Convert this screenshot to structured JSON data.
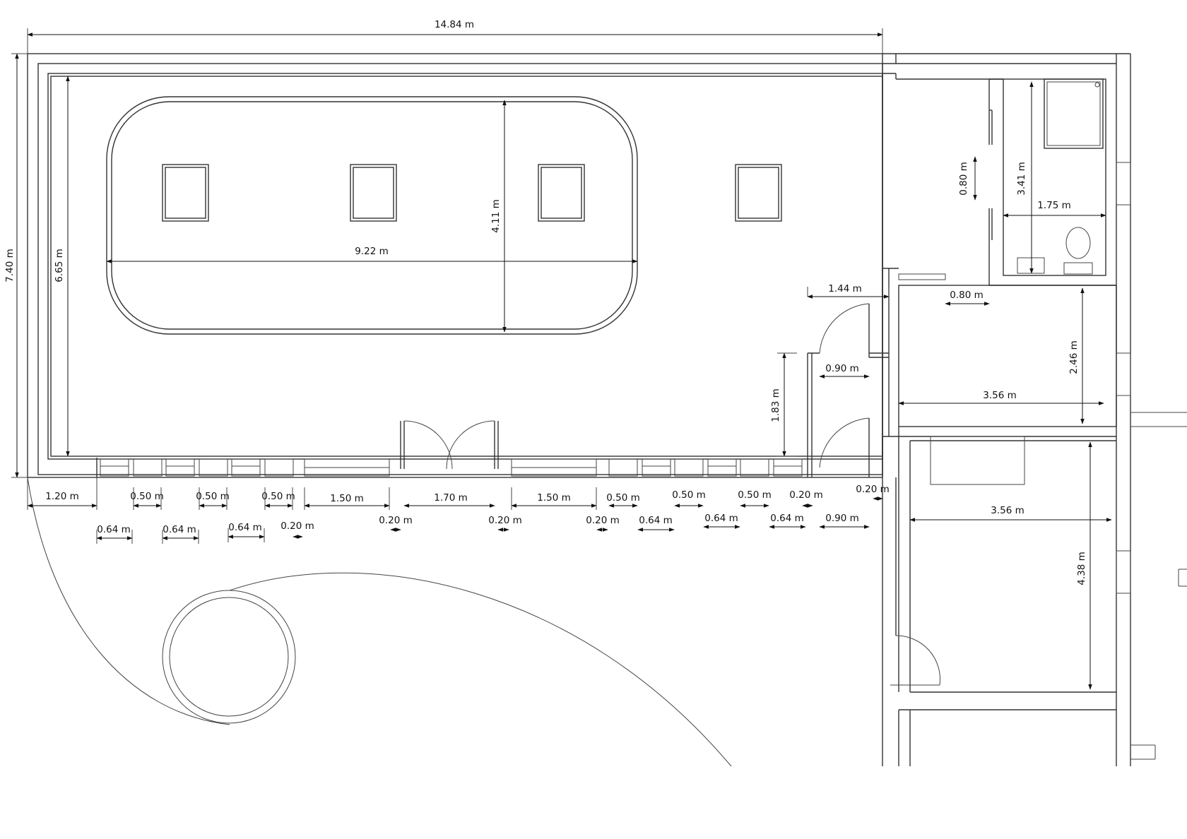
{
  "drawing": {
    "overall_width": "14.84 m",
    "overall_height": "7.40 m",
    "inner_height": "6.65 m",
    "island_length": "9.22 m",
    "island_width": "4.11 m",
    "bathroom_door_width": "0.80 m",
    "bathroom_height": "3.41 m",
    "bathroom_width": "1.75 m",
    "corridor_door": "0.80 m",
    "office_opening": "1.44 m",
    "office_door": "0.90 m",
    "wall_door_height": "1.83 m",
    "room_mid_height": "2.46 m",
    "room_mid_width": "3.56 m",
    "room_lower_width": "3.56 m",
    "room_lower_height": "4.38 m",
    "facade_dimensions": [
      "1.20 m",
      "0.50 m",
      "0.50 m",
      "0.50 m",
      "1.50 m",
      "1.70 m",
      "1.50 m",
      "0.50 m",
      "0.50 m",
      "0.50 m",
      "0.20 m",
      "0.20 m",
      "0.64 m",
      "0.64 m",
      "0.64 m",
      "0.20 m",
      "0.20 m",
      "0.20 m",
      "0.20 m",
      "0.64 m",
      "0.64 m",
      "0.64 m",
      "0.90 m"
    ]
  }
}
